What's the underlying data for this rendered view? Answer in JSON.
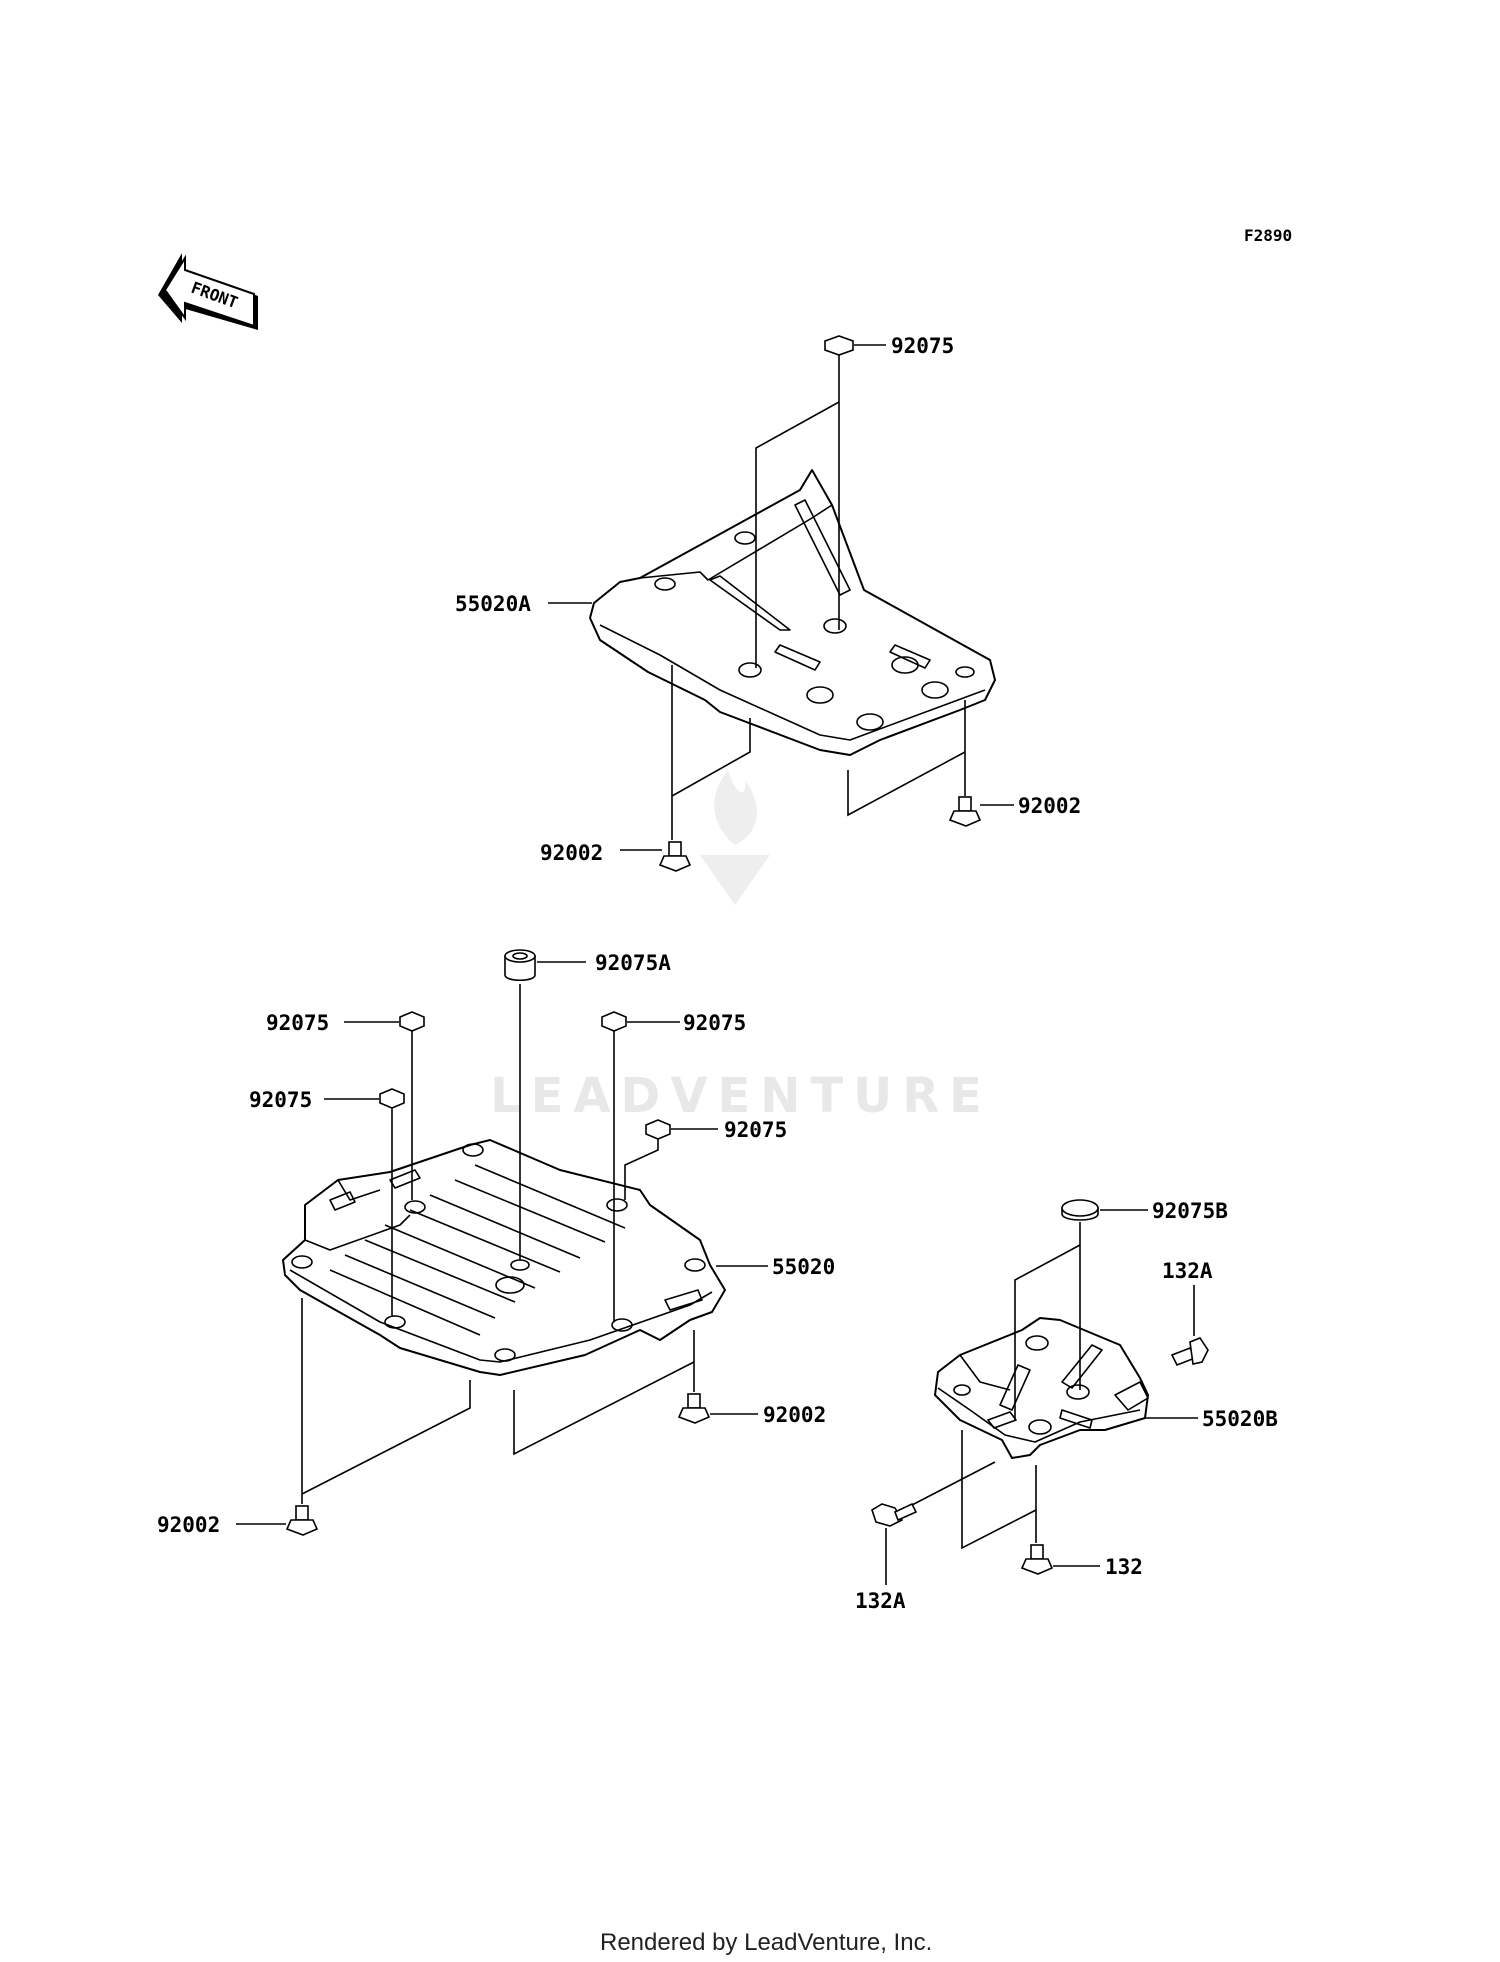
{
  "figure_id": "F2890",
  "front_arrow_label": "FRONT",
  "watermark": "LEADVENTURE",
  "footer": "Rendered by LeadVenture, Inc.",
  "callouts": {
    "upper": {
      "p92075": "92075",
      "p55020A": "55020A",
      "p92002_right": "92002",
      "p92002_left": "92002"
    },
    "middle": {
      "p92075A": "92075A",
      "p92075_tl": "92075",
      "p92075_tr": "92075",
      "p92075_ml": "92075",
      "p92075_mr": "92075",
      "p55020": "55020",
      "p92002_right": "92002",
      "p92002_left": "92002"
    },
    "lower_right": {
      "p92075B": "92075B",
      "p132A_top": "132A",
      "p55020B": "55020B",
      "p132A_bottom": "132A",
      "p132": "132"
    }
  }
}
